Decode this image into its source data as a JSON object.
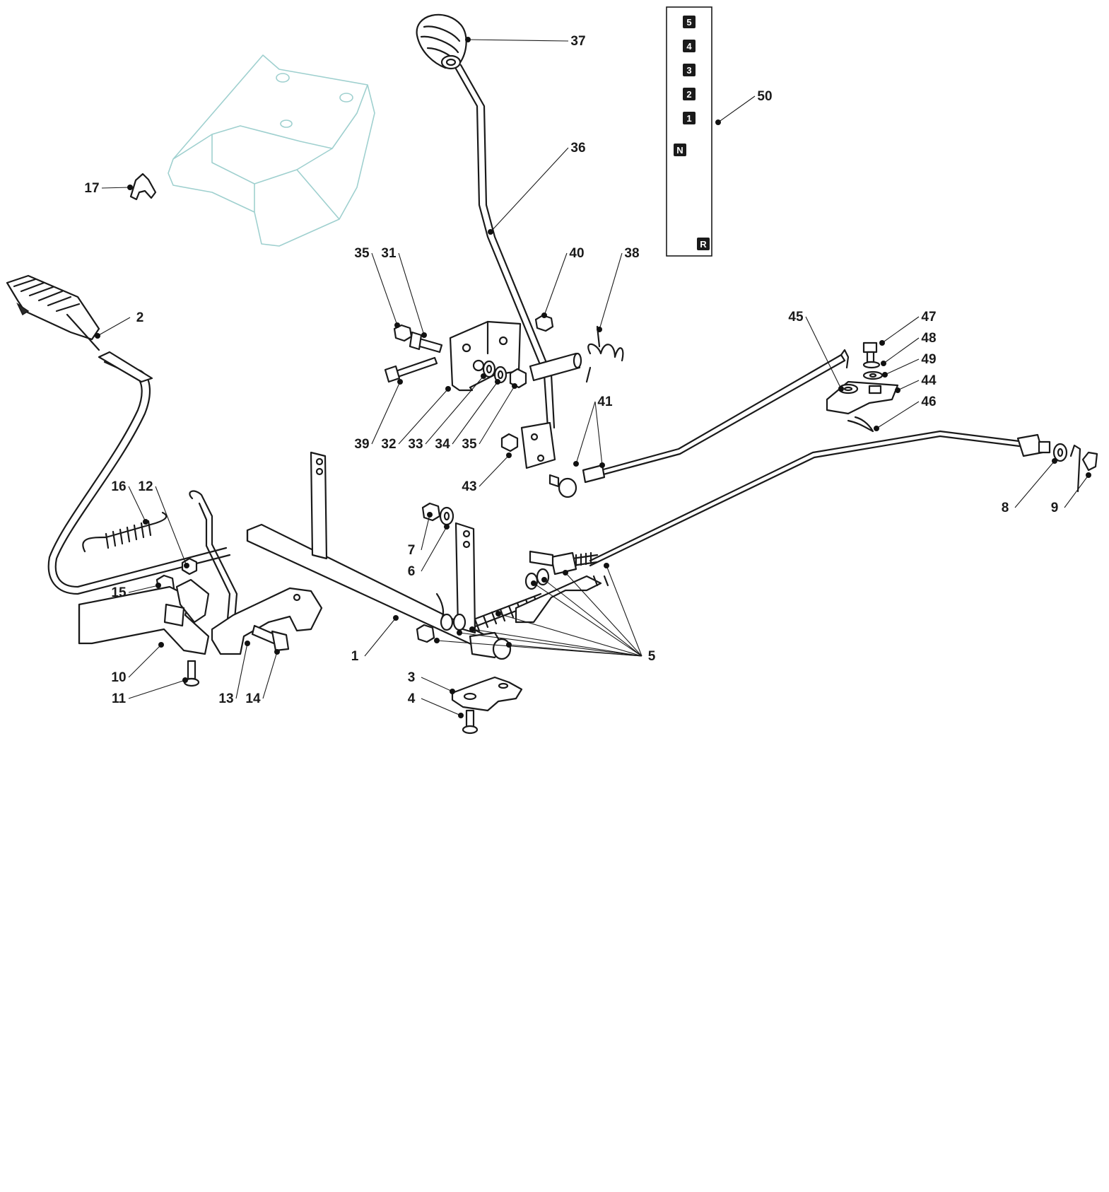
{
  "callouts": [
    {
      "id": "1",
      "label": "1"
    },
    {
      "id": "2",
      "label": "2"
    },
    {
      "id": "3",
      "label": "3"
    },
    {
      "id": "4",
      "label": "4"
    },
    {
      "id": "5",
      "label": "5"
    },
    {
      "id": "6",
      "label": "6"
    },
    {
      "id": "7",
      "label": "7"
    },
    {
      "id": "8",
      "label": "8"
    },
    {
      "id": "9",
      "label": "9"
    },
    {
      "id": "10",
      "label": "10"
    },
    {
      "id": "11",
      "label": "11"
    },
    {
      "id": "12",
      "label": "12"
    },
    {
      "id": "13",
      "label": "13"
    },
    {
      "id": "14",
      "label": "14"
    },
    {
      "id": "15",
      "label": "15"
    },
    {
      "id": "16",
      "label": "16"
    },
    {
      "id": "17",
      "label": "17"
    },
    {
      "id": "31",
      "label": "31"
    },
    {
      "id": "32",
      "label": "32"
    },
    {
      "id": "33",
      "label": "33"
    },
    {
      "id": "34",
      "label": "34"
    },
    {
      "id": "35a",
      "label": "35"
    },
    {
      "id": "35b",
      "label": "35"
    },
    {
      "id": "36",
      "label": "36"
    },
    {
      "id": "37",
      "label": "37"
    },
    {
      "id": "38",
      "label": "38"
    },
    {
      "id": "39",
      "label": "39"
    },
    {
      "id": "40",
      "label": "40"
    },
    {
      "id": "41",
      "label": "41"
    },
    {
      "id": "43",
      "label": "43"
    },
    {
      "id": "44",
      "label": "44"
    },
    {
      "id": "45",
      "label": "45"
    },
    {
      "id": "46",
      "label": "46"
    },
    {
      "id": "47",
      "label": "47"
    },
    {
      "id": "48",
      "label": "48"
    },
    {
      "id": "49",
      "label": "49"
    },
    {
      "id": "50",
      "label": "50"
    }
  ],
  "gear_gate": {
    "positions": [
      "5",
      "4",
      "3",
      "2",
      "1",
      "N",
      "R"
    ]
  },
  "colors": {
    "line": "#1a1a1a",
    "ghost_part": "#9fd0cf",
    "background": "#ffffff"
  }
}
